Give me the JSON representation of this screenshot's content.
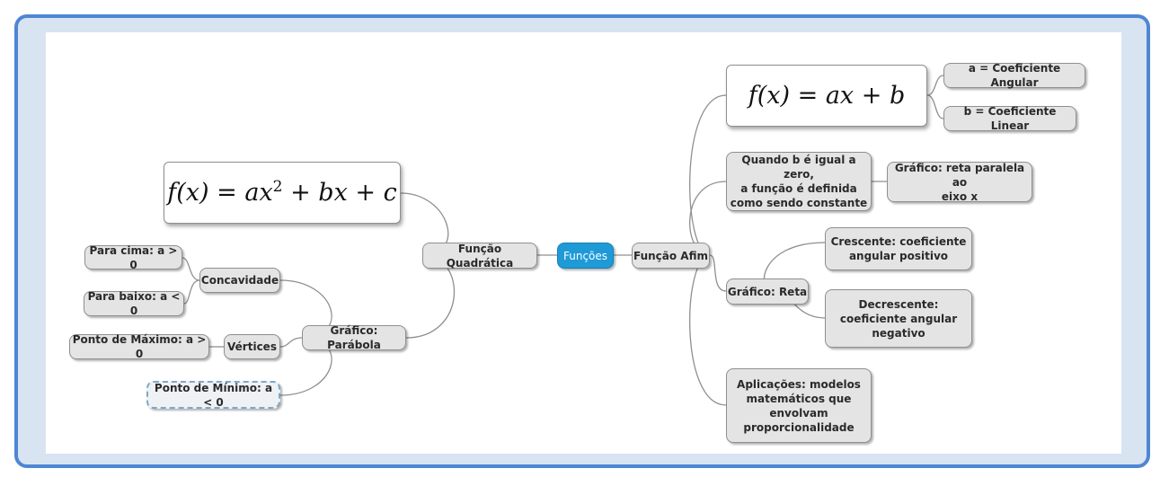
{
  "root": {
    "label": "Funções"
  },
  "left": {
    "branch": "Função Quadrática",
    "formula": {
      "prefix": "f(x) = ax",
      "exponent": "2",
      "suffix": " + bx + c"
    },
    "grafico": "Gráfico: Parábola",
    "concavidade": "Concavidade",
    "para_cima": "Para cima: a > 0",
    "para_baixo": "Para baixo: a < 0",
    "vertices": "Vértices",
    "ponto_maximo": "Ponto de Máximo: a > 0",
    "ponto_minimo": "Ponto de Mínimo: a < 0"
  },
  "right": {
    "branch": "Função Afim",
    "formula": "f(x) = ax + b",
    "coef_angular": "a = Coeficiente Angular",
    "coef_linear": "b = Coeficiente Linear",
    "constante": "Quando b é igual a zero,\na função é definida\ncomo sendo constante",
    "reta_paralela": "Gráfico: reta paralela ao\neixo x",
    "grafico_reta": "Gráfico: Reta",
    "crescente": "Crescente: coeficiente\nangular positivo",
    "decrescente": "Decrescente:\ncoeficiente angular\nnegativo",
    "aplicacoes": "Aplicações: modelos\nmatemáticos que\nenvolvam\nproporcionalidade"
  },
  "colors": {
    "frame": "#4f86d3",
    "frame_fill": "#d9e4f2",
    "root": "#1e9ad7",
    "node": "#e4e4e4",
    "connector": "#8f8f8f"
  }
}
